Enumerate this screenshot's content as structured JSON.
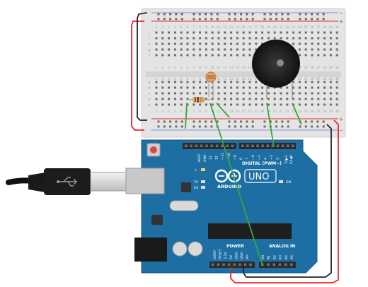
{
  "breadboard": {
    "column_numbers": [
      "1",
      "2",
      "3",
      "4",
      "5",
      "6",
      "7",
      "8",
      "9",
      "10",
      "11",
      "12",
      "13",
      "14",
      "15",
      "16",
      "17",
      "18",
      "19",
      "20",
      "21",
      "22",
      "23",
      "24",
      "25",
      "26",
      "27",
      "28",
      "29",
      "30"
    ],
    "row_letters_top": [
      "j",
      "i",
      "h",
      "g",
      "f"
    ],
    "row_letters_bottom": [
      "e",
      "d",
      "c",
      "b",
      "a"
    ],
    "rail_plus": "+",
    "rail_minus": "−"
  },
  "arduino": {
    "brand": "ARDUINO",
    "model": "UNO",
    "digital_header": "DIGITAL (PWM~)",
    "analog_header": "ANALOG IN",
    "power_header": "POWER",
    "on_label": "ON",
    "led_l": "L",
    "led_tx": "TX",
    "led_rx": "RX",
    "tx_pin": "TX▶1",
    "rx_pin": "RX◀0",
    "aref": "AREF",
    "gnd": "GND",
    "digital_pins": [
      "13",
      "12",
      "~11",
      "~10",
      "~9",
      "8",
      "7",
      "~6",
      "~5",
      "4",
      "~3",
      "2"
    ],
    "power_pins": [
      "IOREF",
      "RESET",
      "3.3V",
      "5V",
      "GND",
      "GND",
      "Vin"
    ],
    "analog_pins": [
      "A0",
      "A1",
      "A2",
      "A3",
      "A4",
      "A5"
    ]
  },
  "colors": {
    "breadboard": "#e4e4e4",
    "board_blue": "#1d6fa3",
    "wire_red": "#e8262b",
    "wire_black": "#222222",
    "wire_green": "#3aa53a",
    "header": "#2b2b2b"
  }
}
